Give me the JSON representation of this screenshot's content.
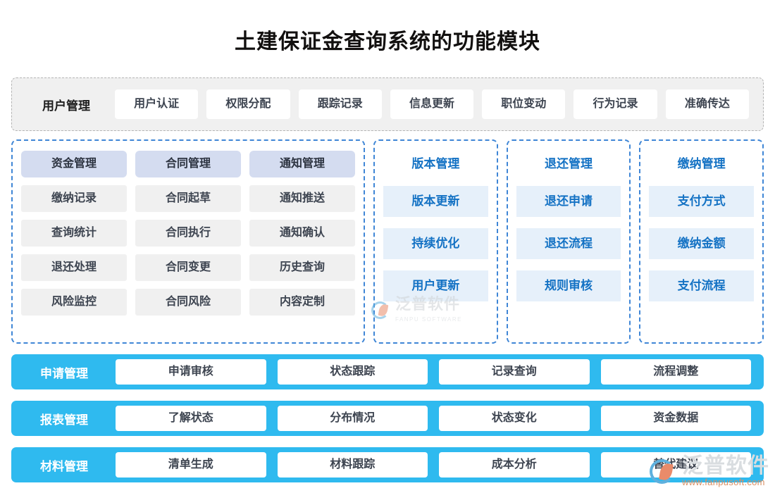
{
  "title": "土建保证金查询系统的功能模块",
  "colors": {
    "accent_blue": "#2fbaef",
    "group_border": "#3f86d6",
    "head_chip_bg": "#d4dcf0",
    "cell_bg": "#f0f0f0",
    "narrow_cell_bg": "#e6f0fa",
    "narrow_text": "#1472c4",
    "top_row_bg": "#f0f0f0"
  },
  "top_row": {
    "lead": "用户管理",
    "items": [
      "用户认证",
      "权限分配",
      "跟踪记录",
      "信息更新",
      "职位变动",
      "行为记录",
      "准确传达"
    ]
  },
  "wide_group": {
    "columns": [
      {
        "head": "资金管理",
        "items": [
          "缴纳记录",
          "查询统计",
          "退还处理",
          "风险监控"
        ]
      },
      {
        "head": "合同管理",
        "items": [
          "合同起草",
          "合同执行",
          "合同变更",
          "合同风险"
        ]
      },
      {
        "head": "通知管理",
        "items": [
          "通知推送",
          "通知确认",
          "历史查询",
          "内容定制"
        ]
      }
    ]
  },
  "narrow_groups": [
    {
      "head": "版本管理",
      "items": [
        "版本更新",
        "持续优化",
        "用户更新"
      ]
    },
    {
      "head": "退还管理",
      "items": [
        "退还申请",
        "退还流程",
        "规则审核"
      ]
    },
    {
      "head": "缴纳管理",
      "items": [
        "支付方式",
        "缴纳金额",
        "支付流程"
      ]
    }
  ],
  "bars": [
    {
      "lead": "申请管理",
      "items": [
        "申请审核",
        "状态跟踪",
        "记录查询",
        "流程调整"
      ]
    },
    {
      "lead": "报表管理",
      "items": [
        "了解状态",
        "分布情况",
        "状态变化",
        "资金数据"
      ]
    },
    {
      "lead": "材料管理",
      "items": [
        "清单生成",
        "材料跟踪",
        "成本分析",
        "替代建议"
      ]
    }
  ],
  "watermarks": {
    "center": {
      "cn": "泛普软件",
      "en": "FANPU SOFTWARE"
    },
    "corner": {
      "cn": "泛普软件",
      "url": "www.fanpusoft.com"
    }
  }
}
